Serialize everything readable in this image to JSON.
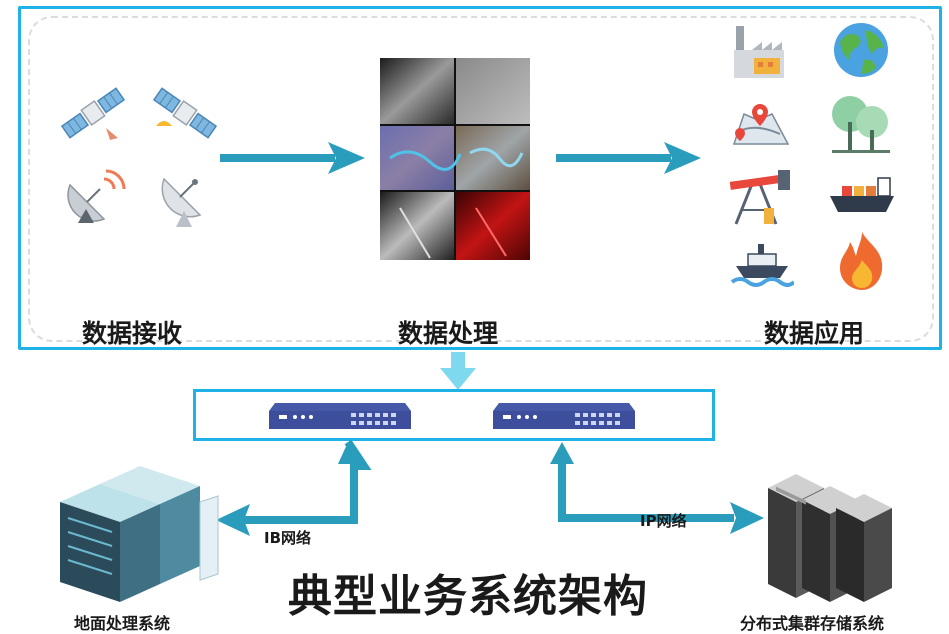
{
  "stages": {
    "receive_label": "数据接收",
    "process_label": "数据处理",
    "apply_label": "数据应用"
  },
  "network": {
    "ib_label": "IB网络",
    "ip_label": "IP网络"
  },
  "systems": {
    "ground_label": "地面处理系统",
    "storage_label": "分布式集群存储系统"
  },
  "title": "典型业务系统架构",
  "colors": {
    "frame_blue": "#1fb2e6",
    "arrow_teal": "#2a9dbd",
    "switch_blue": "#4658a8"
  },
  "icons": {
    "receive": [
      "satellite-icon",
      "satellite-icon",
      "satellite-dish-icon",
      "satellite-dish-icon"
    ],
    "apply": [
      "factory-icon",
      "globe-icon",
      "map-icon",
      "trees-icon",
      "oil-pump-icon",
      "cargo-ship-icon",
      "boat-icon",
      "fire-icon"
    ]
  }
}
